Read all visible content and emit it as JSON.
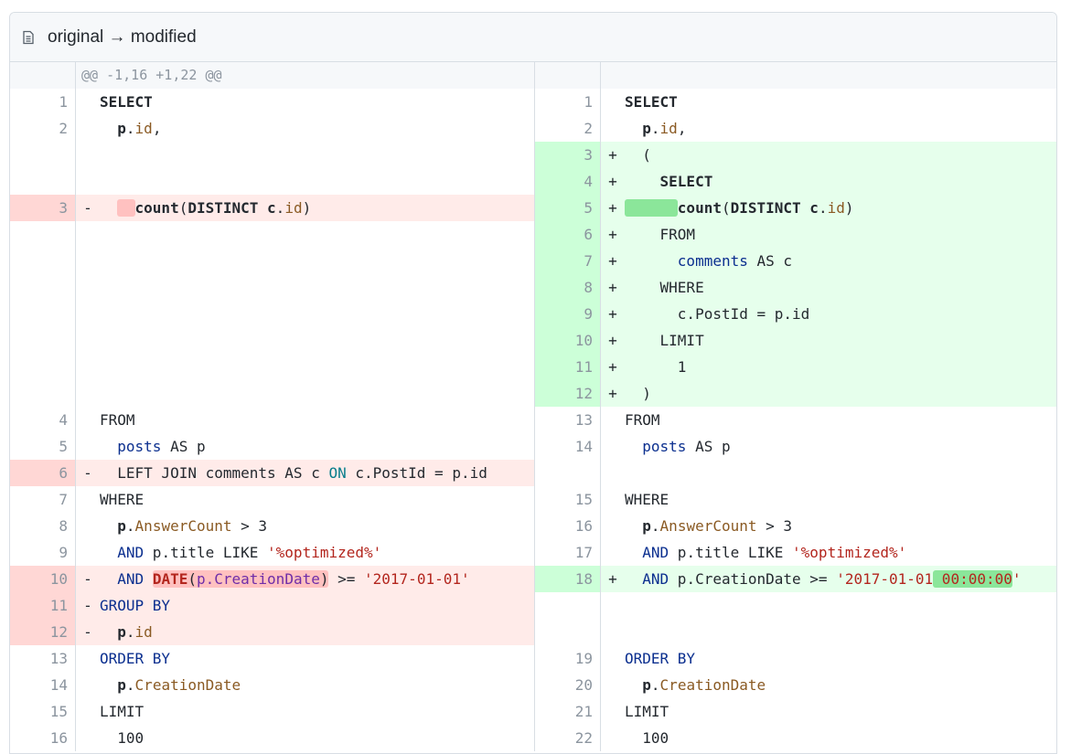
{
  "header": {
    "title": "original → modified"
  },
  "hunk": "@@ -1,16 +1,22 @@",
  "rows": [
    {
      "l": {
        "n": "1",
        "m": "",
        "t": "SELECT",
        "k": "kw"
      },
      "r": {
        "n": "1",
        "m": "",
        "t": "SELECT",
        "k": "kw"
      }
    },
    {
      "l": {
        "n": "2",
        "m": "",
        "t": "  p.id,",
        "k": "pid"
      },
      "r": {
        "n": "2",
        "m": "",
        "t": "  p.id,",
        "k": "pid"
      }
    },
    {
      "l": null,
      "r": {
        "n": "3",
        "m": "+",
        "t": "  (",
        "k": "plain",
        "type": "add"
      }
    },
    {
      "l": null,
      "r": {
        "n": "4",
        "m": "+",
        "t": "    SELECT",
        "k": "kw",
        "type": "add"
      }
    },
    {
      "l": {
        "n": "3",
        "m": "-",
        "t": "count(DISTINCT c.id)",
        "k": "count",
        "type": "del"
      },
      "r": {
        "n": "5",
        "m": "+",
        "t": "count(DISTINCT c.id)",
        "k": "count",
        "type": "add"
      }
    },
    {
      "l": null,
      "r": {
        "n": "6",
        "m": "+",
        "t": "    FROM",
        "k": "plain",
        "type": "add"
      }
    },
    {
      "l": null,
      "r": {
        "n": "7",
        "m": "+",
        "t": "      comments AS c",
        "k": "comments",
        "type": "add"
      }
    },
    {
      "l": null,
      "r": {
        "n": "8",
        "m": "+",
        "t": "    WHERE",
        "k": "plain",
        "type": "add"
      }
    },
    {
      "l": null,
      "r": {
        "n": "9",
        "m": "+",
        "t": "      c.PostId = p.id",
        "k": "plain",
        "type": "add"
      }
    },
    {
      "l": null,
      "r": {
        "n": "10",
        "m": "+",
        "t": "    LIMIT",
        "k": "plain",
        "type": "add"
      }
    },
    {
      "l": null,
      "r": {
        "n": "11",
        "m": "+",
        "t": "      1",
        "k": "plain",
        "type": "add"
      }
    },
    {
      "l": null,
      "r": {
        "n": "12",
        "m": "+",
        "t": "  )",
        "k": "plain",
        "type": "add"
      }
    },
    {
      "l": {
        "n": "4",
        "m": "",
        "t": "FROM",
        "k": "plain"
      },
      "r": {
        "n": "13",
        "m": "",
        "t": "FROM",
        "k": "plain"
      }
    },
    {
      "l": {
        "n": "5",
        "m": "",
        "t": "  posts AS p",
        "k": "posts"
      },
      "r": {
        "n": "14",
        "m": "",
        "t": "  posts AS p",
        "k": "posts"
      }
    },
    {
      "l": {
        "n": "6",
        "m": "-",
        "t": "  LEFT JOIN comments AS c ON c.PostId = p.id",
        "k": "join",
        "type": "del"
      },
      "r": null
    },
    {
      "l": {
        "n": "7",
        "m": "",
        "t": "WHERE",
        "k": "plain"
      },
      "r": {
        "n": "15",
        "m": "",
        "t": "WHERE",
        "k": "plain"
      }
    },
    {
      "l": {
        "n": "8",
        "m": "",
        "t": "  p.AnswerCount > 3",
        "k": "answer"
      },
      "r": {
        "n": "16",
        "m": "",
        "t": "  p.AnswerCount > 3",
        "k": "answer"
      }
    },
    {
      "l": {
        "n": "9",
        "m": "",
        "t": "  AND p.title LIKE '%optimized%'",
        "k": "title"
      },
      "r": {
        "n": "17",
        "m": "",
        "t": "  AND p.title LIKE '%optimized%'",
        "k": "title"
      }
    },
    {
      "l": {
        "n": "10",
        "m": "-",
        "t": "  AND DATE(p.CreationDate) >= '2017-01-01'",
        "k": "datedel",
        "type": "del"
      },
      "r": {
        "n": "18",
        "m": "+",
        "t": "  AND p.CreationDate >= '2017-01-01 00:00:00'",
        "k": "dateadd",
        "type": "add"
      }
    },
    {
      "l": {
        "n": "11",
        "m": "-",
        "t": "GROUP BY",
        "k": "kw2",
        "type": "del"
      },
      "r": null
    },
    {
      "l": {
        "n": "12",
        "m": "-",
        "t": "  p.id",
        "k": "pid",
        "type": "del"
      },
      "r": null
    },
    {
      "l": {
        "n": "13",
        "m": "",
        "t": "ORDER BY",
        "k": "kw2"
      },
      "r": {
        "n": "19",
        "m": "",
        "t": "ORDER BY",
        "k": "kw2"
      }
    },
    {
      "l": {
        "n": "14",
        "m": "",
        "t": "  p.CreationDate",
        "k": "pcreation"
      },
      "r": {
        "n": "20",
        "m": "",
        "t": "  p.CreationDate",
        "k": "pcreation"
      }
    },
    {
      "l": {
        "n": "15",
        "m": "",
        "t": "LIMIT",
        "k": "plain"
      },
      "r": {
        "n": "21",
        "m": "",
        "t": "LIMIT",
        "k": "plain"
      }
    },
    {
      "l": {
        "n": "16",
        "m": "",
        "t": "  100",
        "k": "plain"
      },
      "r": {
        "n": "22",
        "m": "",
        "t": "  100",
        "k": "plain"
      }
    }
  ]
}
